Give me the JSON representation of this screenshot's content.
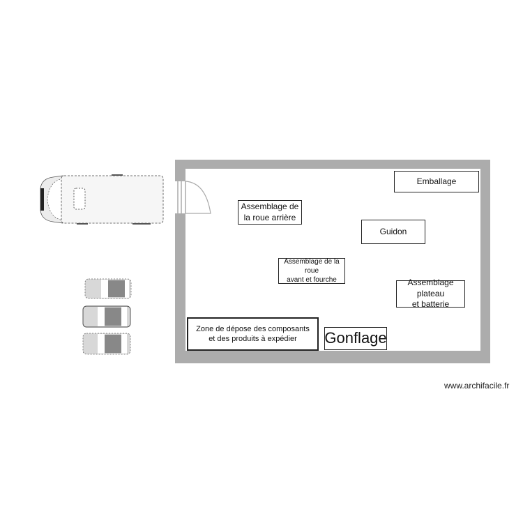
{
  "plan": {
    "walls_color": "#acacac",
    "zones": [
      {
        "id": "emballage",
        "label": "Emballage"
      },
      {
        "id": "roue-arriere",
        "label": "Assemblage de\nla roue arrière"
      },
      {
        "id": "guidon",
        "label": "Guidon"
      },
      {
        "id": "roue-avant",
        "label": "Assemblage de la roue\navant et fourche"
      },
      {
        "id": "plateau",
        "label": "Assemblage plateau\net batterie"
      },
      {
        "id": "depose",
        "label": "Zone de dépose des composants\net des produits à expédier"
      },
      {
        "id": "gonflage",
        "label": "Gonflage"
      }
    ],
    "vehicles": {
      "van": "delivery-van",
      "cars": [
        "car",
        "car",
        "car"
      ]
    }
  },
  "footer": {
    "watermark": "www.archifacile.fr"
  }
}
